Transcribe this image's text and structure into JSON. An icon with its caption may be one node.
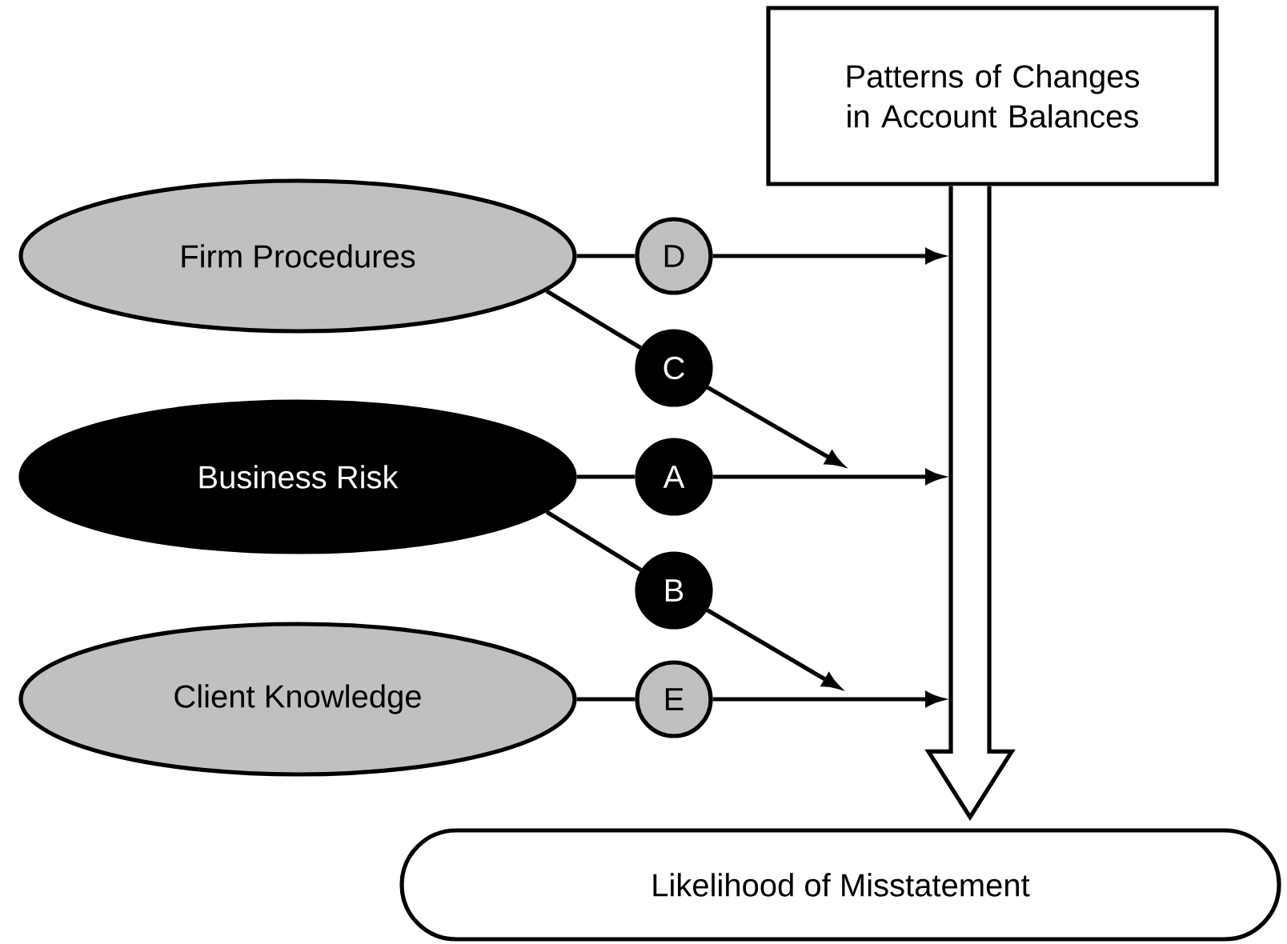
{
  "diagram": {
    "nodes": [
      {
        "text": [
          "Patterns of Changes in Account Balances"
        ]
      },
      {
        "text": [
          "Firm Procedures"
        ]
      },
      {
        "text": [
          "D"
        ]
      },
      {
        "text": [
          "C"
        ]
      },
      {
        "text": [
          "Business Risk"
        ]
      },
      {
        "text": [
          "A"
        ]
      },
      {
        "text": [
          "B"
        ]
      },
      {
        "text": [
          "Client Knowledge"
        ]
      },
      {
        "text": [
          "E"
        ]
      },
      {
        "text": [
          "Likelihood of Misstatement"
        ]
      }
    ],
    "edges": [
      {
        "from": 0,
        "to": 9,
        "arrow": "to",
        "style": "thick"
      },
      {
        "from": 1,
        "to": 2,
        "arrow": "none"
      },
      {
        "from": 2,
        "to": null,
        "arrow": "to"
      },
      {
        "from": 1,
        "to": 3,
        "arrow": "none"
      },
      {
        "from": 3,
        "to": null,
        "arrow": "to"
      },
      {
        "from": 4,
        "to": 5,
        "arrow": "none"
      },
      {
        "from": 5,
        "to": null,
        "arrow": "to"
      },
      {
        "from": 4,
        "to": 6,
        "arrow": "none"
      },
      {
        "from": 6,
        "to": null,
        "arrow": "to"
      },
      {
        "from": 7,
        "to": 8,
        "arrow": "none"
      },
      {
        "from": 8,
        "to": null,
        "arrow": "to"
      }
    ]
  }
}
